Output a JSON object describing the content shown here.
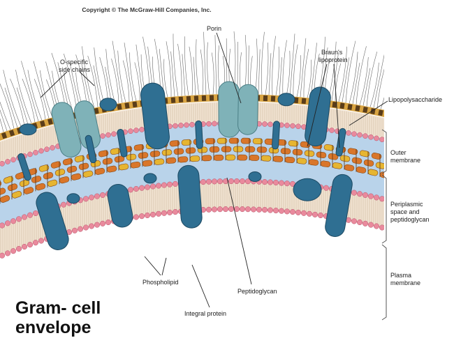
{
  "diagram": {
    "copyright": "Copyright © The McGraw-Hill Companies, Inc.",
    "title_line1": "Gram- cell",
    "title_line2": "envelope",
    "labels": {
      "o_specific_line1": "O-specific",
      "o_specific_line2": "side chains",
      "porin": "Porin",
      "brauns_line1": "Braun's",
      "brauns_line2": "lipoprotein",
      "lps": "Lipopolysaccharide",
      "outer_line1": "Outer",
      "outer_line2": "membrane",
      "peri_line1": "Periplasmic",
      "peri_line2": "space and",
      "peri_line3": "peptidoglycan",
      "plasma_line1": "Plasma",
      "plasma_line2": "membrane",
      "phospholipid": "Phospholipid",
      "peptidoglycan": "Peptidoglycan",
      "integral": "Integral protein"
    },
    "colors": {
      "periplasm": "#b9d3ea",
      "lipid_head": "#e98a9d",
      "lipid_core": "#f2e4d3",
      "lps_band": "#d9a441",
      "lps_core": "#5a3d1a",
      "protein": "#2f6f92",
      "porin": "#7fb2b8",
      "peptidoglycan_orange": "#d9762a",
      "peptidoglycan_yellow": "#e6b531"
    }
  }
}
